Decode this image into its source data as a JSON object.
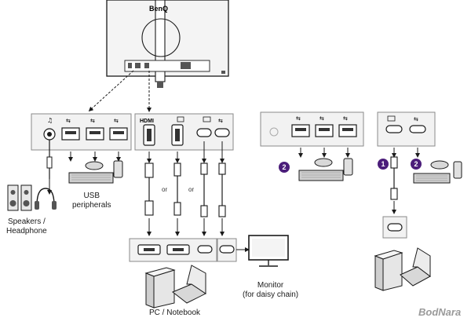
{
  "monitor_brand": "BenQ",
  "labels": {
    "usb_peripherals": "USB\nperipherals",
    "speakers": "Speakers /\nHeadphone",
    "pc_notebook": "PC / Notebook",
    "monitor_daisy": "Monitor\n(for daisy chain)",
    "or_1": "or",
    "or_2": "or"
  },
  "port_labels": {
    "hdmi": "HDMI"
  },
  "badges": {
    "badge_1": "1",
    "badge_2a": "2",
    "badge_2b": "2"
  },
  "watermark": "BodNara",
  "colors": {
    "badge": "#4b1d7a",
    "line": "#1a1a1a",
    "panel_fill": "#f2f2f2",
    "panel_stroke": "#8a8a8a"
  }
}
